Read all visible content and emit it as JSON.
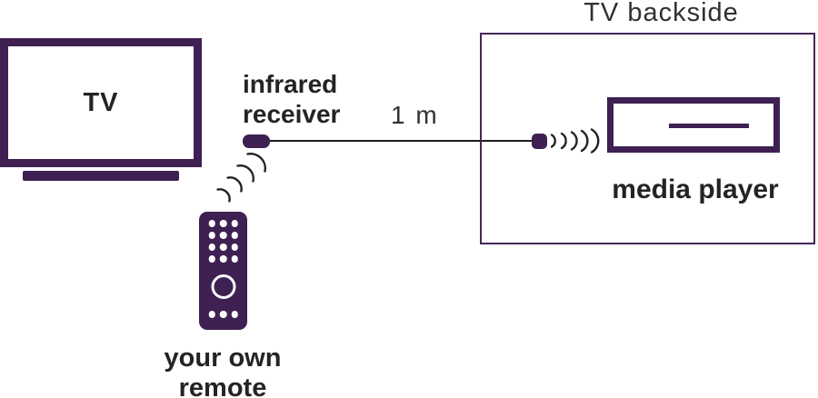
{
  "colors": {
    "purple": "#3e2052",
    "box_border": "#45255a",
    "ink": "#242424",
    "soft_ink": "#303030",
    "line": "#1c1c1c",
    "background": "#ffffff"
  },
  "diagram": {
    "tv": {
      "label": "TV"
    },
    "infrared_receiver": {
      "line1": "infrared",
      "line2": "receiver"
    },
    "cable": {
      "length": "1 m"
    },
    "backside": {
      "title": "TV backside"
    },
    "media_player": {
      "label": "media player"
    },
    "remote": {
      "line1": "your own",
      "line2": "remote"
    }
  }
}
